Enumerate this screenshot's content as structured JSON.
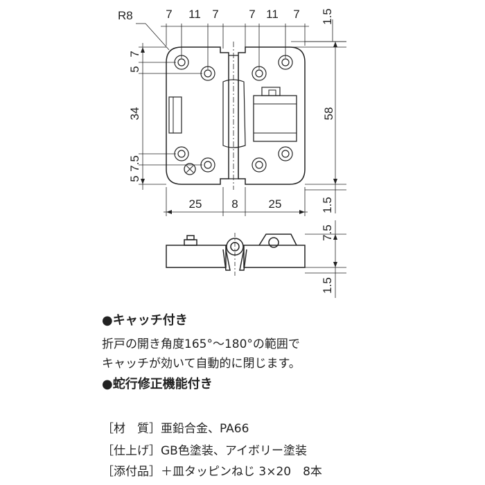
{
  "dimensions": {
    "radius": "R8",
    "top_left": [
      "7",
      "11",
      "7"
    ],
    "top_right": [
      "7",
      "11",
      "7"
    ],
    "top_margin": "1.5",
    "left_top_a": "5",
    "left_top_b": "7",
    "left_height": "34",
    "left_bottom_a": "7.5",
    "left_bottom_b": "5",
    "right_height": "58",
    "bottom_left": "25",
    "bottom_mid": "8",
    "bottom_right": "25",
    "bottom_margin": "1.5",
    "side_height": "7.5",
    "side_margin": "1.5"
  },
  "features": [
    {
      "title": "●キャッチ付き",
      "lines": [
        "折戸の開き角度165°～180°の範囲で",
        "キャッチが効いて自動的に閉じます。"
      ]
    },
    {
      "title": "●蛇行修正機能付き",
      "lines": []
    }
  ],
  "specs": [
    {
      "label": "［材　質］",
      "value": "亜鉛合金、PA66"
    },
    {
      "label": "［仕上げ］",
      "value": "GB色塗装、アイボリー塗装"
    },
    {
      "label": "［添付品］",
      "value": "＋皿タッピンねじ 3×20　8本"
    }
  ]
}
